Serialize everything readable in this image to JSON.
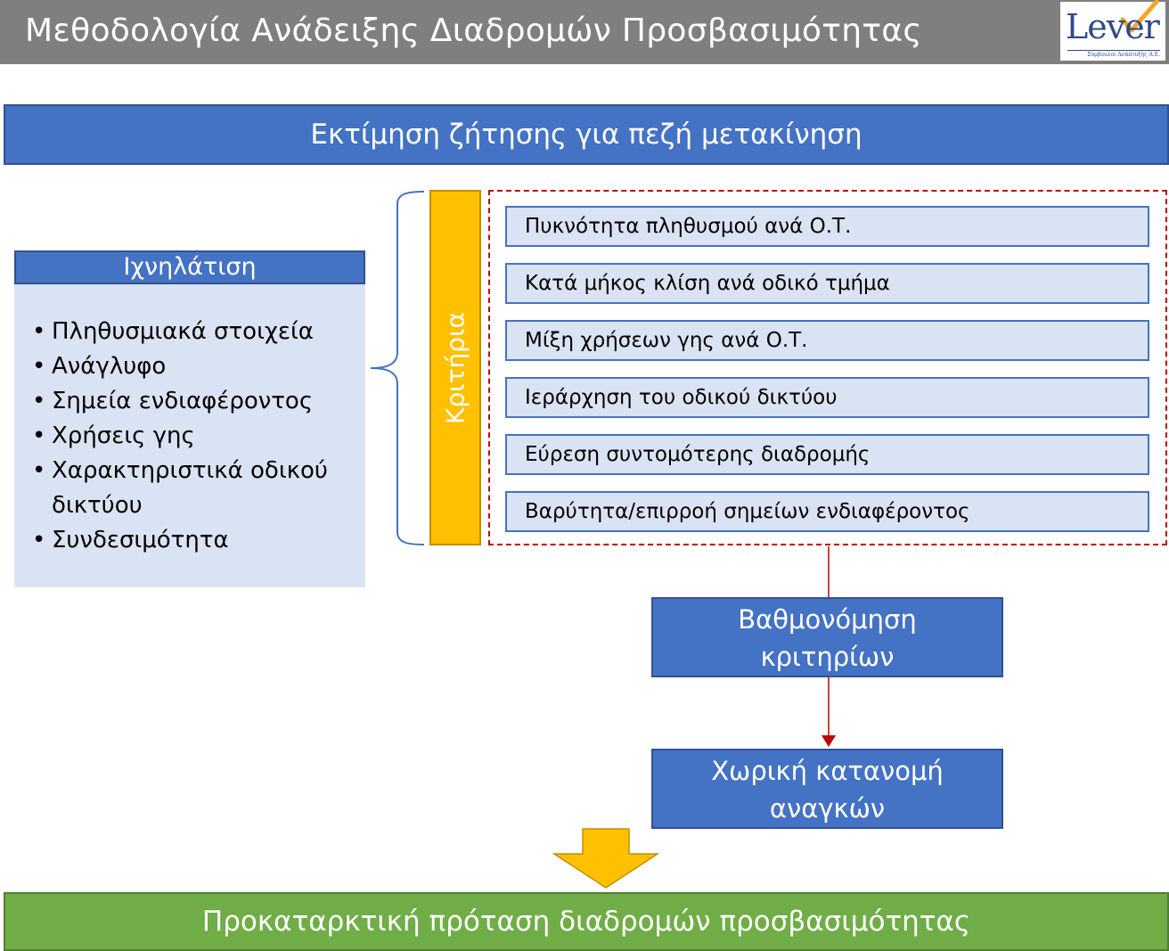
{
  "header": {
    "title": "Μεθοδολογία Ανάδειξης Διαδρομών Προσβασιμότητας",
    "logo_text": "Lever",
    "logo_subtitle": "Σύμβουλοι Ανάπτυξης Α.Ε."
  },
  "banner": {
    "title": "Εκτίμηση ζήτησης για πεζή μετακίνηση"
  },
  "tracking": {
    "title": "Ιχνηλάτιση",
    "items": [
      "Πληθυσμιακά στοιχεία",
      "Ανάγλυφο",
      "Σημεία ενδιαφέροντος",
      "Χρήσεις γης",
      "Χαρακτηριστικά οδικού δικτύου",
      "Συνδεσιμότητα"
    ]
  },
  "criteria": {
    "label": "Κριτήρια",
    "items": [
      "Πυκνότητα πληθυσμού ανά Ο.Τ.",
      "Κατά μήκος κλίση ανά οδικό τμήμα",
      "Μίξη χρήσεων γης ανά Ο.Τ.",
      "Ιεράρχηση του οδικού δικτύου",
      "Εύρεση συντομότερης διαδρομής",
      "Βαρύτητα/επιρροή σημείων ενδιαφέροντος"
    ]
  },
  "steps": {
    "ranking_line1": "Βαθμονόμηση",
    "ranking_line2": "κριτηρίων",
    "distribution_line1": "Χωρική κατανομή",
    "distribution_line2": "αναγκών"
  },
  "footer": {
    "title": "Προκαταρκτική πρόταση διαδρομών προσβασιμότητας"
  },
  "colors": {
    "header_gray": "#7f7f7f",
    "primary_blue": "#4472c4",
    "light_blue": "#dae3f3",
    "criteria_yellow": "#ffc000",
    "dashed_red": "#c00000",
    "footer_green": "#70ad47"
  }
}
